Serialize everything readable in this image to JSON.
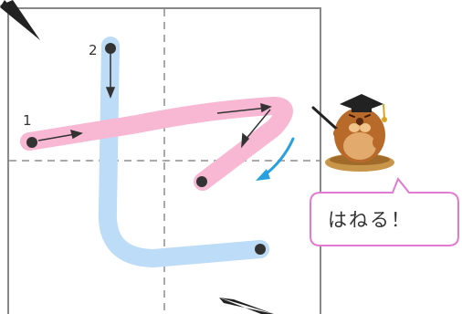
{
  "practice_sheet": {
    "stroke_numbers": [
      "1",
      "2"
    ],
    "speech_bubble_text": "はねる！"
  },
  "colors": {
    "stroke_1": "#f8b8d4",
    "stroke_2": "#bcdcf7",
    "guide_line": "#aaaaaa",
    "frame": "#888888",
    "hint_arrow": "#29a0e0",
    "bubble_border": "#e27ad2"
  },
  "icons": {
    "corner_arrow_top": "arrow-pointer-icon",
    "corner_arrow_bottom": "arrow-pointer-icon",
    "mascot": "mole-graduate-icon",
    "hint": "curved-down-left-arrow-icon"
  }
}
